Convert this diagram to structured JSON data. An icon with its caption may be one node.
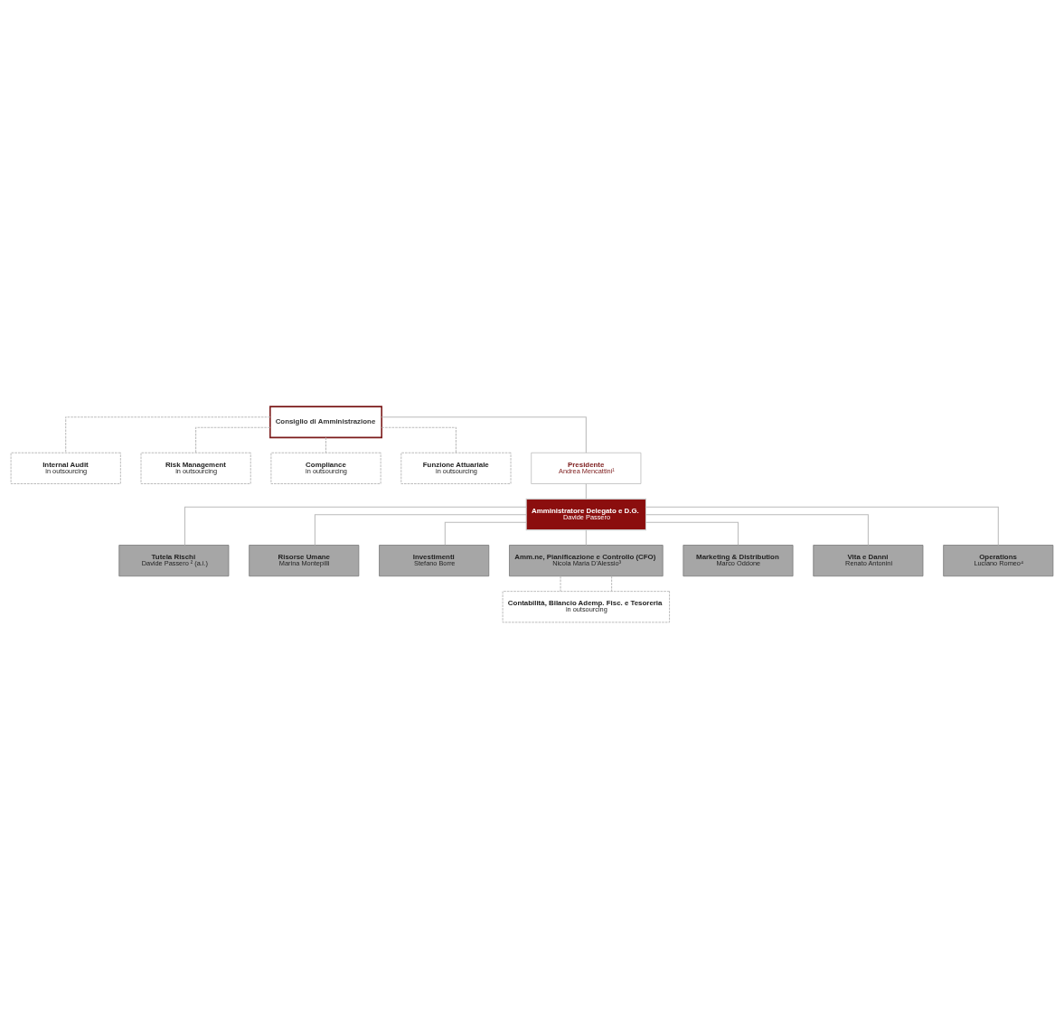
{
  "diagram": {
    "nodes": [
      {
        "text": [
          "Consiglio di Amministrazione"
        ]
      },
      {
        "text": [
          "Internal Audit",
          "in outsourcing"
        ]
      },
      {
        "text": [
          "Risk Management",
          "in outsourcing"
        ]
      },
      {
        "text": [
          "Compliance",
          "in outsourcing"
        ]
      },
      {
        "text": [
          "Funzione Attuariale",
          "in outsourcing"
        ]
      },
      {
        "text": [
          "Presidente",
          "Andrea Mencattini¹"
        ]
      },
      {
        "text": [
          "Amministratore Delegato e D.G.",
          "Davide Passero"
        ]
      },
      {
        "text": [
          "Tutela Rischi",
          "Davide Passero ² (a.i.)"
        ]
      },
      {
        "text": [
          "Risorse Umane",
          "Marina Montepilli"
        ]
      },
      {
        "text": [
          "Investimenti",
          "Stefano Borre"
        ]
      },
      {
        "text": [
          "Amm.ne, Pianificazione e Controllo (CFO)",
          "Nicola Maria D'Alessio³"
        ]
      },
      {
        "text": [
          "Contabilità, Bilancio Ademp. Fisc. e Tesoreria",
          "in outsourcing"
        ]
      },
      {
        "text": [
          "Marketing & Distribution",
          "Marco Oddone"
        ]
      },
      {
        "text": [
          "Vita e Danni",
          "Renato Antonini"
        ]
      },
      {
        "text": [
          "Operations",
          "Luciano Romeo⁴"
        ]
      }
    ],
    "edges": [
      {
        "from": 0,
        "to": 1,
        "arrow": "none",
        "style": "dashed"
      },
      {
        "from": 0,
        "to": 2,
        "arrow": "none",
        "style": "dashed"
      },
      {
        "from": 0,
        "to": 3,
        "arrow": "none",
        "style": "dashed"
      },
      {
        "from": 0,
        "to": 4,
        "arrow": "none",
        "style": "dashed"
      },
      {
        "from": 0,
        "to": 5,
        "arrow": "none"
      },
      {
        "from": 5,
        "to": 6,
        "arrow": "none"
      },
      {
        "from": 6,
        "to": 7,
        "arrow": "none"
      },
      {
        "from": 6,
        "to": 8,
        "arrow": "none"
      },
      {
        "from": 6,
        "to": 9,
        "arrow": "none"
      },
      {
        "from": 6,
        "to": 10,
        "arrow": "none"
      },
      {
        "from": 10,
        "to": 11,
        "arrow": "none",
        "style": "dashed"
      },
      {
        "from": 10,
        "to": 11,
        "arrow": "none",
        "style": "dashed"
      },
      {
        "from": 6,
        "to": 12,
        "arrow": "none"
      },
      {
        "from": 6,
        "to": 13,
        "arrow": "none"
      },
      {
        "from": 6,
        "to": 14,
        "arrow": "none"
      }
    ]
  }
}
